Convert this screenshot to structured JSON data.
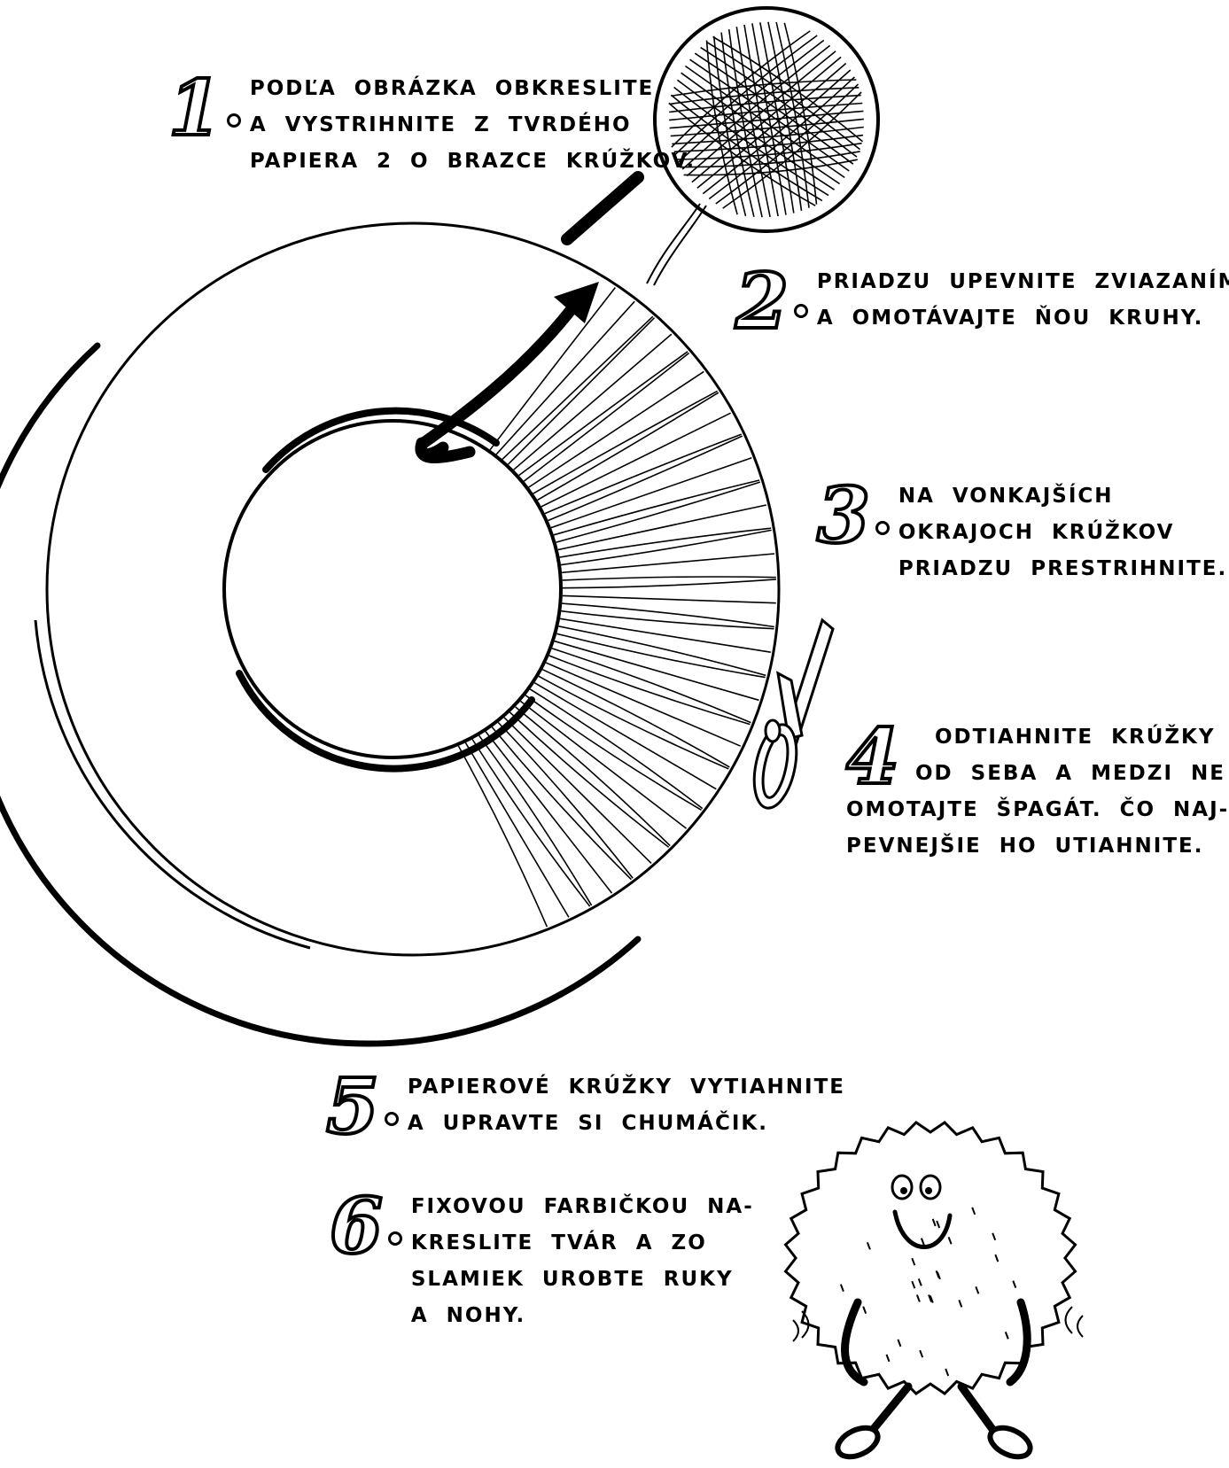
{
  "steps": [
    {
      "number": "1",
      "lines": [
        "PODĽA OBRÁZKA OBKRESLITE",
        "A VYSTRIHNITE Z TVRDÉHO",
        "PAPIERA 2 O BRAZCE KRÚŽKOV."
      ]
    },
    {
      "number": "2",
      "lines": [
        "PRIADZU UPEVNITE ZVIAZANÍM",
        "A OMOTÁVAJTE ŇOU KRUHY."
      ]
    },
    {
      "number": "3",
      "lines": [
        "NA VONKAJŠÍCH",
        "OKRAJOCH KRÚŽKOV",
        "PRIADZU PRESTRIHNITE."
      ]
    },
    {
      "number": "4",
      "lines": [
        "ODTIAHNITE KRÚŽKY",
        "OD SEBA A MEDZI NE",
        "OMOTAJTE ŠPAGÁT. ČO NAJ-",
        "PEVNEJŠIE HO UTIAHNITE."
      ]
    },
    {
      "number": "5",
      "lines": [
        "PAPIEROVÉ KRÚŽKY VYTIAHNITE",
        "A UPRAVTE SI CHUMÁČIK."
      ]
    },
    {
      "number": "6",
      "lines": [
        "FIXOVOU FARBIČKOU NA-",
        "KRESLITE TVÁR A ZO",
        "SLAMIEK UROBTE RUKY",
        "A NOHY."
      ]
    }
  ],
  "illustrations": {
    "ring": "cardboard-ring-icon",
    "yarn_ball": "yarn-ball-icon",
    "arrow": "arrow-icon",
    "scissors": "scissors-icon",
    "pompom": "pompom-character-icon"
  }
}
